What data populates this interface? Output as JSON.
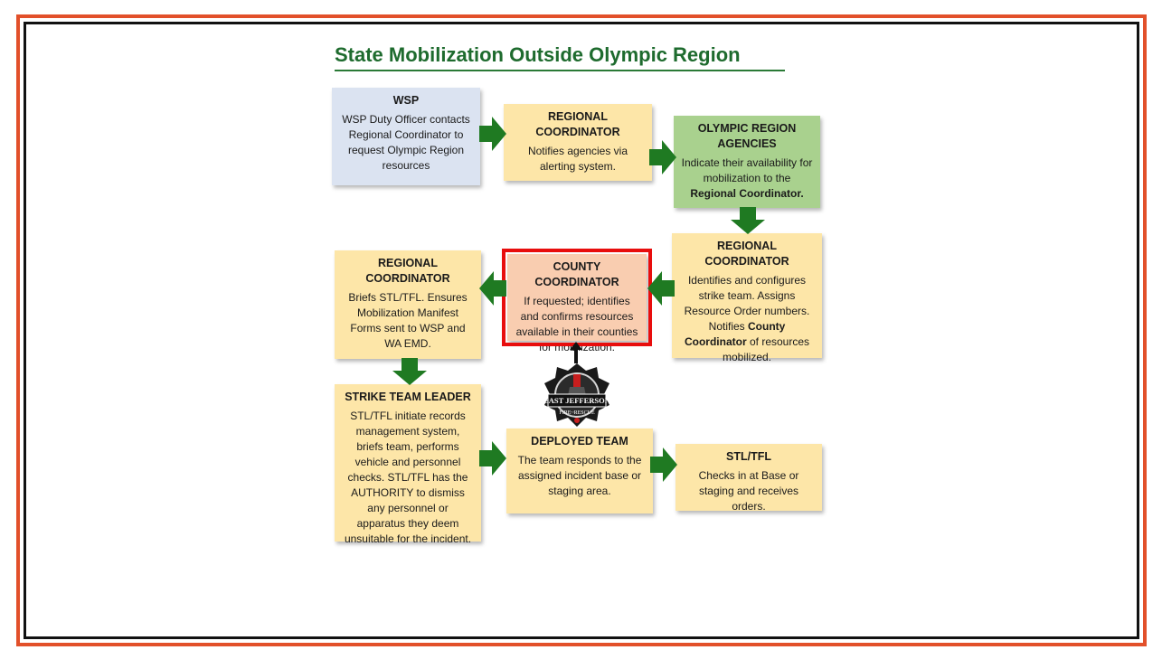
{
  "title": "State Mobilization Outside Olympic Region",
  "colors": {
    "frame_outer": "#e2502a",
    "frame_inner": "#111111",
    "title": "#1e6b2e",
    "arrow": "#1f7a22",
    "box_blue": "#dbe3f1",
    "box_yellow": "#fde6a8",
    "box_green": "#a9d18e",
    "box_salmon": "#f9cdb0",
    "highlight": "#e80d0d"
  },
  "boxes": {
    "wsp": {
      "heading": "WSP",
      "text": "WSP Duty Officer contacts Regional Coordinator to request Olympic Region resources"
    },
    "regional_coordinator_1": {
      "heading": "REGIONAL COORDINATOR",
      "text": "Notifies agencies via alerting system."
    },
    "olympic_region_agencies": {
      "heading": "OLYMPIC REGION AGENCIES",
      "text": "Indicate their availability for mobilization to the",
      "text_bold": "Regional Coordinator."
    },
    "regional_coordinator_2": {
      "heading": "REGIONAL COORDINATOR",
      "text": "Identifies and configures strike team.  Assigns Resource Order numbers. Notifies",
      "text_bold": "County Coordinator",
      "text_end": "of resources mobilized."
    },
    "county_coordinator": {
      "heading": "COUNTY COORDINATOR",
      "text": "If requested; identifies and confirms resources available in their counties for mobilization."
    },
    "regional_coordinator_3": {
      "heading": "REGIONAL COORDINATOR",
      "text": "Briefs STL/TFL.  Ensures Mobilization Manifest Forms sent to WSP and WA EMD."
    },
    "strike_team_leader": {
      "heading": "STRIKE TEAM LEADER",
      "text": "STL/TFL initiate records management system, briefs team, performs vehicle and personnel checks. STL/TFL has the AUTHORITY to dismiss any personnel or apparatus they deem unsuitable for the incident."
    },
    "deployed_team": {
      "heading": "DEPLOYED TEAM",
      "text": "The team responds to the assigned incident base or staging area."
    },
    "stl_tfl": {
      "heading": "STL/TFL",
      "text": "Checks in at Base or staging and receives orders."
    }
  },
  "badge": {
    "icon": "fire-rescue-badge-icon",
    "line1": "EAST JEFFERSON",
    "line2": "FIRE~RESCUE"
  }
}
